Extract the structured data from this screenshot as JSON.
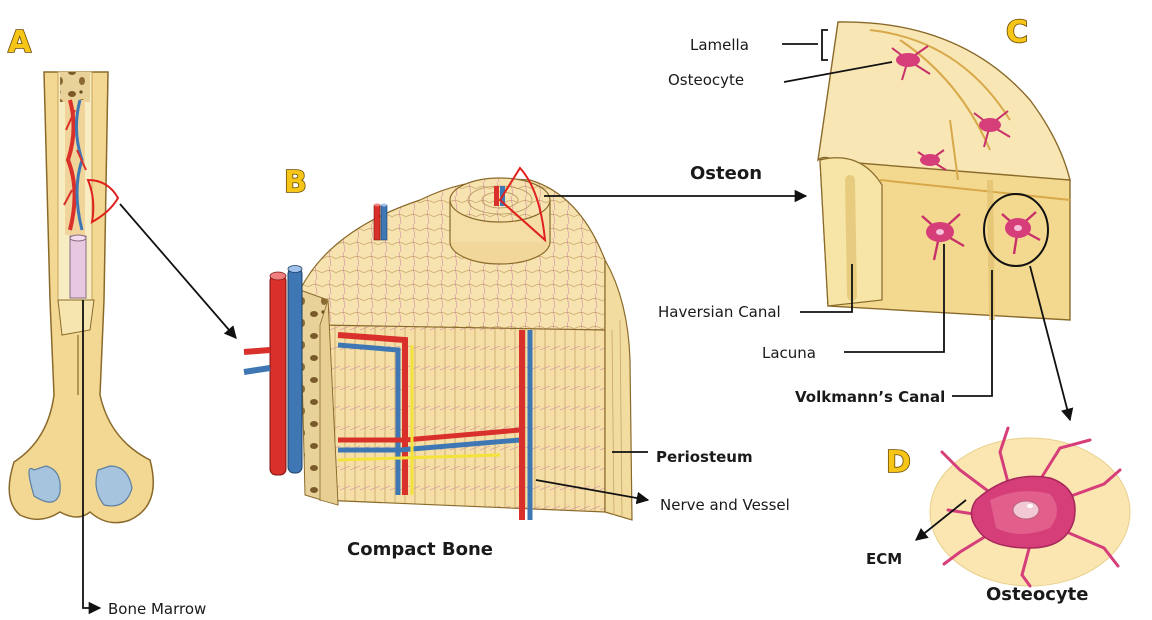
{
  "panels": {
    "a": "A",
    "b": "B",
    "c": "C",
    "d": "D"
  },
  "labels": {
    "bone_marrow": "Bone Marrow",
    "compact_bone": "Compact Bone",
    "osteon": "Osteon",
    "periosteum": "Periosteum",
    "nerve_and_vessel": "Nerve and Vessel",
    "lamella": "Lamella",
    "osteocyte_top": "Osteocyte",
    "haversian_canal": "Haversian Canal",
    "lacuna": "Lacuna",
    "volkmanns_canal": "Volkmann’s Canal",
    "ecm": "ECM",
    "osteocyte_cell": "Osteocyte"
  },
  "colors": {
    "bone": "#f5dc98",
    "bone_dark": "#d8a94a",
    "artery": "#d9302b",
    "vein": "#3f77b5",
    "nerve": "#f2e23a",
    "osteocyte": "#d63e7a",
    "highlight_red": "#e0201c",
    "letter": "#f5c518"
  }
}
